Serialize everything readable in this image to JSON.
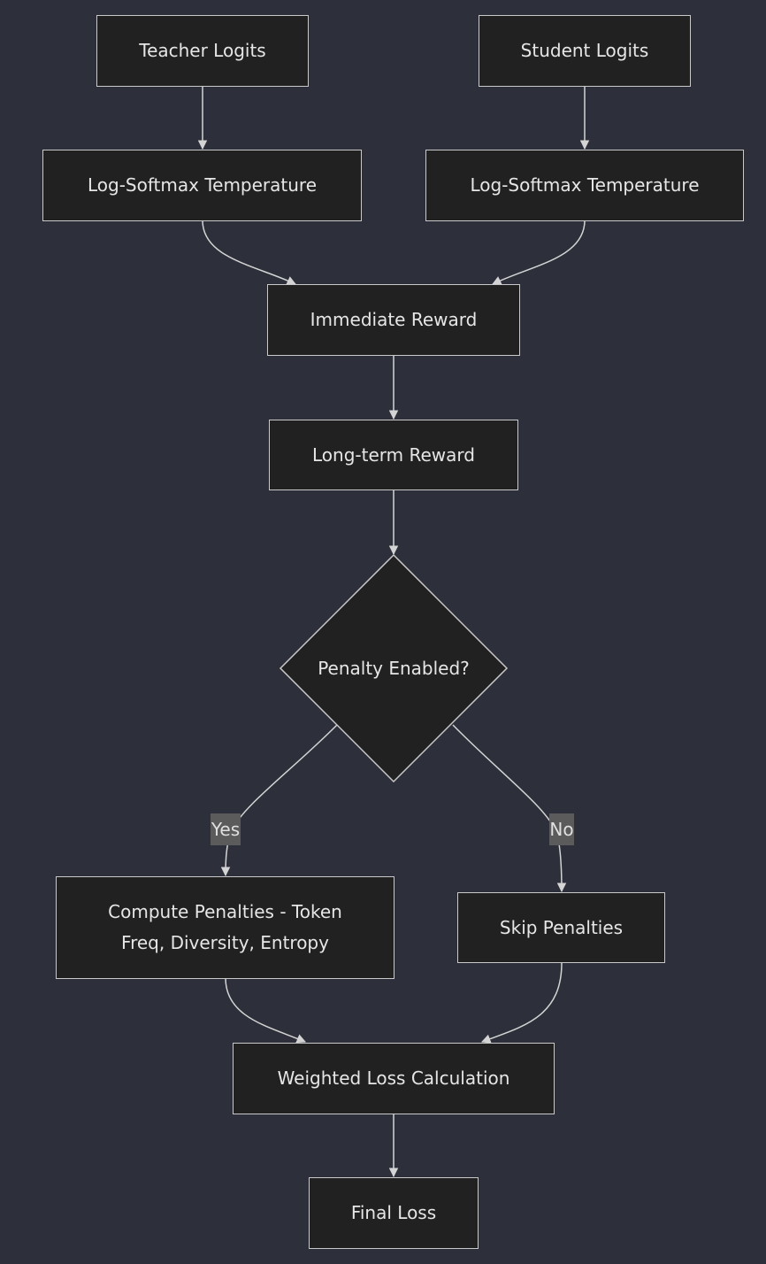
{
  "nodes": {
    "teacher_logits": "Teacher Logits",
    "student_logits": "Student Logits",
    "teacher_log_softmax": "Log-Softmax Temperature",
    "student_log_softmax": "Log-Softmax Temperature",
    "immediate_reward": "Immediate Reward",
    "long_term_reward": "Long-term Reward",
    "penalty_enabled": "Penalty Enabled?",
    "compute_penalties_line1": "Compute Penalties - Token",
    "compute_penalties_line2": "Freq, Diversity, Entropy",
    "skip_penalties": "Skip Penalties",
    "weighted_loss": "Weighted Loss Calculation",
    "final_loss": "Final Loss"
  },
  "edge_labels": {
    "yes": "Yes",
    "no": "No"
  },
  "colors": {
    "background": "#2d303a",
    "node_fill": "#202120",
    "node_border": "#c9c9c9",
    "edge": "#d4d4d4",
    "label_bg": "#5b5b5b",
    "text": "#e6e6e6"
  }
}
